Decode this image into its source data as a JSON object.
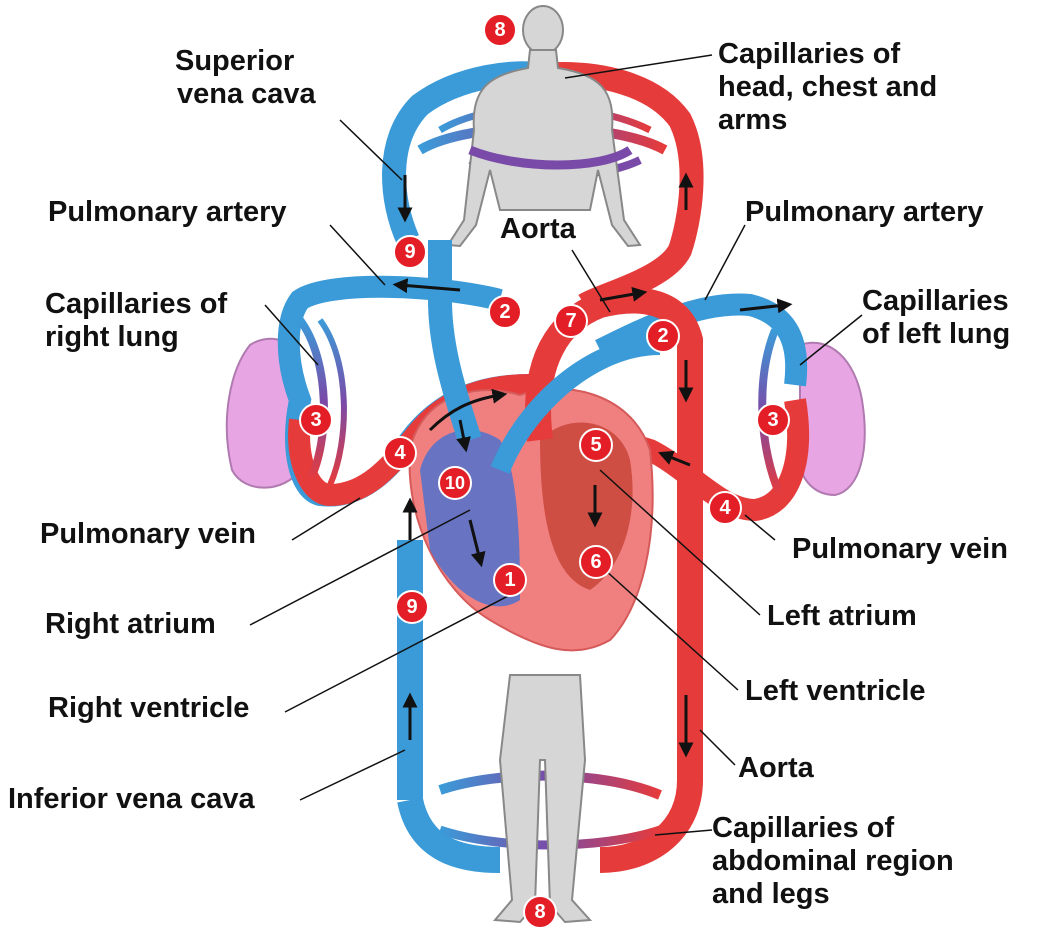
{
  "labels": {
    "superior_vena_cava": [
      "Superior",
      "vena cava"
    ],
    "capillaries_head": [
      "Capillaries of",
      "head, chest and",
      "arms"
    ],
    "pulmonary_artery_left": "Pulmonary artery",
    "aorta_top": "Aorta",
    "pulmonary_artery_right": "Pulmonary artery",
    "capillaries_right_lung": [
      "Capillaries of",
      "right lung"
    ],
    "capillaries_left_lung": [
      "Capillaries",
      "of left lung"
    ],
    "pulmonary_vein_left": "Pulmonary vein",
    "pulmonary_vein_right": "Pulmonary vein",
    "right_atrium": "Right atrium",
    "left_atrium": "Left atrium",
    "right_ventricle": "Right ventricle",
    "left_ventricle": "Left ventricle",
    "aorta_bottom": "Aorta",
    "inferior_vena_cava": "Inferior vena cava",
    "capillaries_legs": [
      "Capillaries of",
      "abdominal region",
      "and legs"
    ]
  },
  "steps": [
    "1",
    "2",
    "2",
    "3",
    "3",
    "4",
    "4",
    "5",
    "6",
    "7",
    "8",
    "8",
    "9",
    "9",
    "10"
  ],
  "colors": {
    "oxygenated": "#e63b3b",
    "deoxygenated": "#3b9bd8",
    "mixed": "#7a4aa8",
    "heart": "#f08080",
    "body": "#d6d6d6",
    "lung": "#e7a6e3",
    "badge": "#e41e26"
  }
}
